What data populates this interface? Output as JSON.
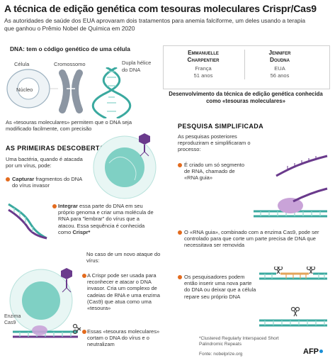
{
  "header": {
    "title": "A técnica de edição genética com tesouras moleculares Crispr/Cas9",
    "subtitle": "As autoridades de saúde dos EUA aprovaram dois tratamentos para anemia falciforme, um deles usando a terapia que ganhou o Prêmio Nobel de Química em 2020"
  },
  "dna_section": {
    "heading": "DNA: tem o código genético de uma célula",
    "cell_label": "Célula",
    "nucleus_label": "Núcleo",
    "chromosome_label": "Cromossomo",
    "helix_label": "Dupla hélice do DNA",
    "scissors_text": "As «tesouras moleculares» permitem que o DNA seja modificado facilmente, com precisão"
  },
  "scientists": {
    "left": {
      "name_line1": "Emmanuelle",
      "name_line2": "Charpentier",
      "country": "França",
      "age": "51 anos"
    },
    "right": {
      "name_line1": "Jennifer",
      "name_line2": "Doudna",
      "country": "EUA",
      "age": "56 anos"
    },
    "caption": "Desenvolvimento da técnica de edição genética conhecida como «tesouras moleculares»"
  },
  "discoveries": {
    "heading": "As primeiras descobertas",
    "intro": "Uma bactéria, quando é atacada por um vírus, pode:",
    "b1_bold": "Capturar",
    "b1_rest": " fragmentos do DNA do vírus invasor",
    "b2_bold": "Integrar",
    "b2_rest": " essa parte do DNA em seu próprio genoma e criar uma molécula de RNA para \"lembrar\" do vírus que a atacou. Essa sequência é conhecida como ",
    "b2_end": "Crispr*",
    "new_attack": "No caso de um novo ataque do vírus:",
    "b3": "A Crispr pode ser usada para reconhecer e atacar o DNA invasor. Cria um complexo de cadeias de RNA e uma enzima (Cas9) que atua como uma «tesoura»",
    "b4": "Essas «tesouras moleculares» cortam o DNA do vírus e o neutralizam",
    "enzyme_label": "Enzima Cas9"
  },
  "simplified": {
    "heading": "Pesquisa simplificada",
    "intro": "As pesquisas posteriores reproduziram e simplificaram o processo:",
    "s1": "É criado um só segmento de RNA, chamado de «RNA guia»",
    "s2": "O «RNA guia», combinado com a enzima Cas9, pode ser controlado para que corte um parte precisa de DNA que necessitava ser removida",
    "s3": "Os pesquisadores podem então inserir uma nova parte do DNA ou deixar que a célula repare seu próprio DNA"
  },
  "footnote": "*Clustered Regularly Interspaced Short Palindromic Repeats",
  "source": "Fonte: nobelprize.org",
  "logo": "AFP",
  "colors": {
    "accent": "#e36b1e",
    "dna_teal": "#3aa99f",
    "rna_purple": "#6a3a8c",
    "bacteria": "#7fd0c4"
  }
}
